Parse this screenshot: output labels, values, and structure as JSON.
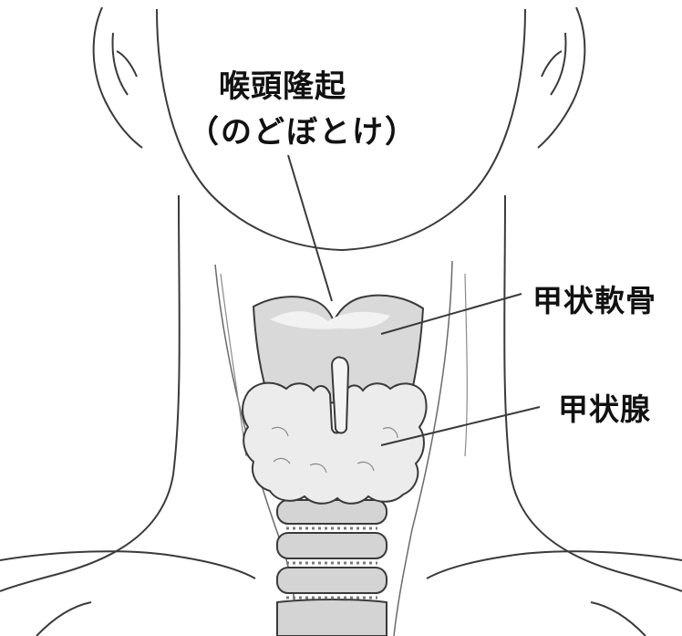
{
  "labels": {
    "adams_apple": "喉頭隆起",
    "adams_apple_reading": "（のどぼとけ）",
    "thyroid_cartilage": "甲状軟骨",
    "thyroid_gland": "甲状腺"
  },
  "colors": {
    "outline": "#3a3a3a",
    "cartilage_fill": "#d9d9d9",
    "cartilage_highlight": "#f2f2f2",
    "gland_fill": "#ececec",
    "trachea_fill": "#d4d4d4",
    "text": "#111111",
    "background": "#ffffff"
  }
}
